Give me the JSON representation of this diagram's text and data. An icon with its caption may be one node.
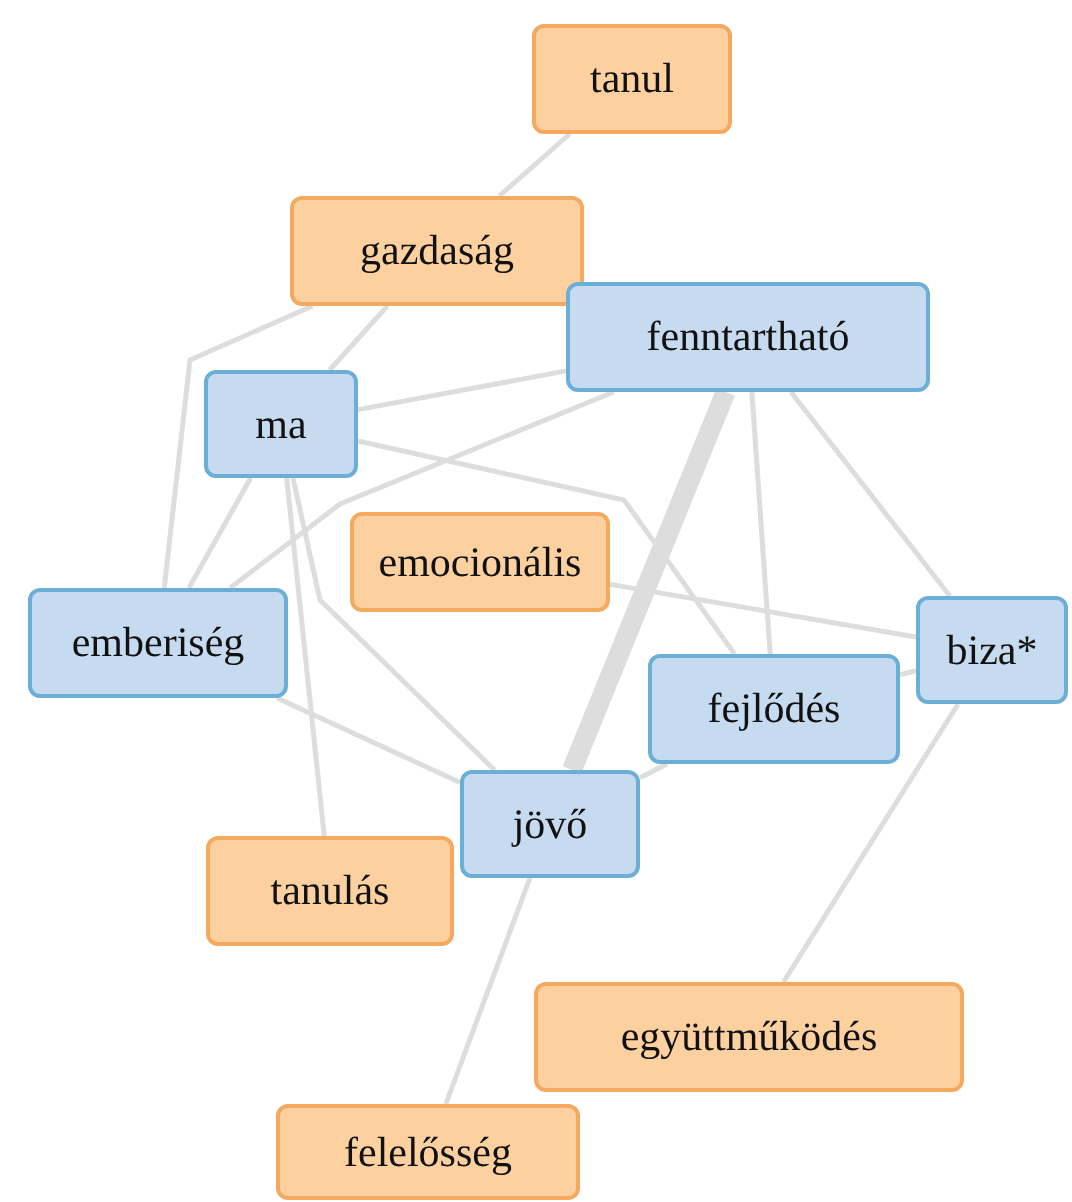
{
  "diagram": {
    "nodes": [
      {
        "text": [
          "tanul"
        ]
      },
      {
        "text": [
          "gazdaság"
        ]
      },
      {
        "text": [
          "fenntartható"
        ]
      },
      {
        "text": [
          "ma"
        ]
      },
      {
        "text": [
          "emocionális"
        ]
      },
      {
        "text": [
          "emberiség"
        ]
      },
      {
        "text": [
          "biza*"
        ]
      },
      {
        "text": [
          "fejlődés"
        ]
      },
      {
        "text": [
          "jövő"
        ]
      },
      {
        "text": [
          "tanulás"
        ]
      },
      {
        "text": [
          "együttműködés"
        ]
      },
      {
        "text": [
          "felelősség"
        ]
      }
    ],
    "edges": [
      {
        "from": 0,
        "to": 1,
        "arrow": "none"
      },
      {
        "from": 1,
        "to": 3,
        "arrow": "none"
      },
      {
        "from": 1,
        "to": 5,
        "arrow": "none"
      },
      {
        "from": 2,
        "to": 3,
        "arrow": "none"
      },
      {
        "from": 2,
        "to": 5,
        "arrow": "none"
      },
      {
        "from": 2,
        "to": 8,
        "arrow": "none",
        "style": "thick"
      },
      {
        "from": 2,
        "to": 7,
        "arrow": "none"
      },
      {
        "from": 2,
        "to": 6,
        "arrow": "none"
      },
      {
        "from": 3,
        "to": 5,
        "arrow": "none"
      },
      {
        "from": 3,
        "to": 9,
        "arrow": "none"
      },
      {
        "from": 3,
        "to": 8,
        "arrow": "none"
      },
      {
        "from": 3,
        "to": 7,
        "arrow": "none"
      },
      {
        "from": 4,
        "to": 6,
        "arrow": "none"
      },
      {
        "from": 5,
        "to": 8,
        "arrow": "none"
      },
      {
        "from": 7,
        "to": 8,
        "arrow": "none"
      },
      {
        "from": 7,
        "to": 6,
        "arrow": "none"
      },
      {
        "from": 6,
        "to": 10,
        "arrow": "none"
      },
      {
        "from": 8,
        "to": 11,
        "arrow": "none"
      }
    ]
  }
}
